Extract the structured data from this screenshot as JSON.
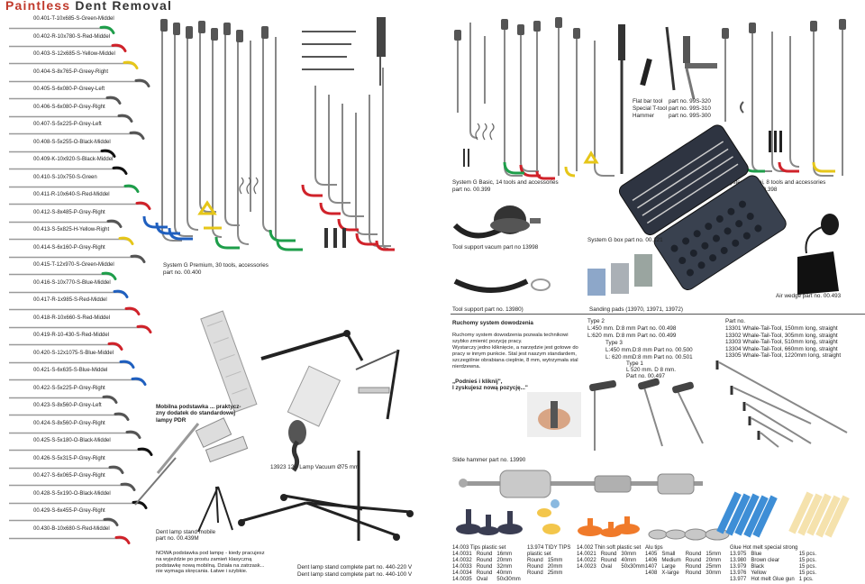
{
  "header": {
    "title_part1": "Paintless",
    "title_part2": "Dent Removal"
  },
  "left_list": [
    {
      "label": "00.401-T-10x685-S-Green-Middel",
      "color": "#1e9e4a"
    },
    {
      "label": "00.402-R-10x780-S-Red-Middel",
      "color": "#d0222a"
    },
    {
      "label": "00.403-S-12x685-S-Yellow-Middel",
      "color": "#e6c619"
    },
    {
      "label": "00.404-S-8x765-P-Greey-Right",
      "color": "#555555"
    },
    {
      "label": "00.405-S-6x080-P-Greey-Left",
      "color": "#555555"
    },
    {
      "label": "00.406-S-6x080-P-Grey-Right",
      "color": "#555555"
    },
    {
      "label": "00.407-S-5x225-P-Grey-Left",
      "color": "#555555"
    },
    {
      "label": "00.408-S-5x255-O-Black-Middel",
      "color": "#111111"
    },
    {
      "label": "00.409-K-10x920-S-Black-Middel",
      "color": "#111111"
    },
    {
      "label": "00.410-S-10x750-S-Green",
      "color": "#1e9e4a"
    },
    {
      "label": "00.411-R-10x640-S-Red-Middel",
      "color": "#d0222a"
    },
    {
      "label": "00.412-S-8x485-P-Grey-Right",
      "color": "#555555"
    },
    {
      "label": "00.413-S-5x825-H-Yellow-Right",
      "color": "#e6c619"
    },
    {
      "label": "00.414-S-6x160-P-Grey-Right",
      "color": "#555555"
    },
    {
      "label": "00.415-T-12x970-S-Green-Middel",
      "color": "#1e9e4a"
    },
    {
      "label": "00.416-S-10x770-S-Blue-Middel",
      "color": "#1f5fbf"
    },
    {
      "label": "00.417-R-1x985-S-Red-Middel",
      "color": "#d0222a"
    },
    {
      "label": "00.418-R-10x660-S-Red-Middel",
      "color": "#d0222a"
    },
    {
      "label": "00.419-R-10-430-S-Red-Middel",
      "color": "#d0222a"
    },
    {
      "label": "00.420-S-12x1075-S-Blue-Middel",
      "color": "#1f5fbf"
    },
    {
      "label": "00.421-S-6x635-S-Blue-Middel",
      "color": "#1f5fbf"
    },
    {
      "label": "00.422-S-5x225-P-Grey-Right",
      "color": "#555555"
    },
    {
      "label": "00.423-S-8x560-P-Grey-Left",
      "color": "#555555"
    },
    {
      "label": "00.424-S-8x560-P-Grey-Right",
      "color": "#555555"
    },
    {
      "label": "00.425-S-5x180-O-Black-Middel",
      "color": "#111111"
    },
    {
      "label": "00.426-S-5x315-P-Grey-Right",
      "color": "#555555"
    },
    {
      "label": "00.427-S-6x065-P-Grey-Right",
      "color": "#555555"
    },
    {
      "label": "00.428-S-5x190-O-Black-Middel",
      "color": "#111111"
    },
    {
      "label": "00.429-S-6x455-P-Grey-Right",
      "color": "#555555"
    },
    {
      "label": "00.430-B-10x680-S-Red-Middel",
      "color": "#d0222a"
    }
  ],
  "captions": {
    "system_g_premium": "System G Premium, 30 tools, accessories",
    "system_g_premium_part": "part no.  00.400",
    "mobile_stand_title": "Mobilna podstawka ... praktycz-\nzny dodatek do standardowej\nlampy PDR",
    "lamp_vacuum": "13923 12V Lamp Vacuum Ø75 mm",
    "dent_lamp_mobile": "Dent lamp stand mobile\npart no.  00.439M",
    "mobile_desc": "NOWA podstawka pod lampę - kiedy pracujesz\nna wyjeździe po prostu zamień klasyczną\npodstawkę nową mobilną. Działa na zatrzask...\nnie wymaga skręcania. Łatwe i szybkie.",
    "dent_lamp_complete_220": "Dent lamp stand complete part no.  440-220 V",
    "dent_lamp_complete_100": "Dent lamp stand complete part no.  440-100 V",
    "system_g_basic": "System G Basic, 14 tools and accessories",
    "system_g_basic_part": "part no. 00.399",
    "flat_bar": "Flat bar tool",
    "flat_bar_part": "part no.  99S-320",
    "special_t": "Special T-tool",
    "special_t_part": "part no.  99S-310",
    "hammer": "Hammer",
    "hammer_part": "part no.  99S-300",
    "system_g_mini": "System G  Mini, 8 tools and accessories",
    "system_g_mini_part": "part no. 00.398",
    "tool_support_vacum": "Tool support vacum  part no 13998",
    "system_g_box": "System G box part no. 00.121",
    "air_wedge": "Air wedge part no. 00.493",
    "tool_support": "Tool support  part no. 13980)",
    "sanding_pads": "Sanding pads  (13970, 13971, 13972)",
    "ruchomy_title": "Ruchomy system dowodzenia",
    "ruchomy_desc": "Ruchomy system dowodzenia pozwala technikowi\nszybko zmienić pozycję pracy.\nWystarczy jedno kliknięcie, a narzędzie jest gotowe do\npracy w innym punkcie. Stal jest naszym standardem,\nszczególnie obrabiana cieplnie, 8 mm, wytrzymała stal\nnierdzewna.",
    "podnies": "„Podnieś i kliknij\",\n I zyskujesz nową pozycję...\"",
    "slide_hammer": "Slide hammer part no.  13990"
  },
  "types": {
    "type2": "Type 2",
    "l450": "L:450 mm. D:8 mm Part no. 00.498",
    "l620": "L:620 mm. D:8 mm Part no. 00.499",
    "type3": "Type 3",
    "t3_450": "L:450 mm.D:8 mm Part no.  00.500",
    "t3_620": "L: 620 mmD:8 mm Part no.  00.501",
    "type1": "Type 1",
    "t1_l": "L 520 mm. D 8 mm.",
    "t1_p": "Part no. 00.497"
  },
  "whale_tail": {
    "heading": "Part no.",
    "rows": [
      "13301 Whale-Tail-Tool, 150mm long, straight",
      "13302 Whale-Tail-Tool, 305mm long, straight",
      "13303 Whale-Tail-Tool, 510mm long, straight",
      "13304 Whale-Tail-Tool, 660mm long, straight",
      "13305 Whale-Tail-Tool, 1220mm long, straight"
    ]
  },
  "tips_plastic": {
    "heading": "14.003 Tips plastic set",
    "rows": [
      [
        "14.0031",
        "Round",
        "16mm"
      ],
      [
        "14.0032",
        "Round",
        "20mm"
      ],
      [
        "14.0033",
        "Round",
        "32mm"
      ],
      [
        "14.0034",
        "Round",
        "40mm"
      ],
      [
        "14.0035",
        "Oval",
        "50x30mm"
      ]
    ]
  },
  "tidy_tips": {
    "heading": "13.974 TIDY TIPS\nplastic set",
    "rows": [
      [
        "Round",
        "15mm"
      ],
      [
        "Round",
        "20mm"
      ],
      [
        "Round",
        "25mm"
      ]
    ]
  },
  "thin_soft": {
    "heading": "14.002 Thin soft plastic set",
    "rows": [
      [
        "14.0021",
        "Round",
        "30mm"
      ],
      [
        "14.0022",
        "Round",
        "40mm"
      ],
      [
        "14.0023",
        "Oval",
        "50x30mm"
      ]
    ]
  },
  "alu_tips": {
    "heading": "Alu tips",
    "rows": [
      [
        "1405",
        "Small",
        "Round",
        "15mm"
      ],
      [
        "1406",
        "Medium",
        "Round",
        "20mm"
      ],
      [
        "1407",
        "Large",
        "Round",
        "25mm"
      ],
      [
        "1408",
        "X-large",
        "Round",
        "30mm"
      ]
    ]
  },
  "glue": {
    "heading": "Glue Hot melt special strong",
    "rows": [
      [
        "13.975",
        "Blue",
        "15 pcs."
      ],
      [
        "13.980",
        "Brown clear",
        "15 pcs."
      ],
      [
        "13.979",
        "Black",
        "15 pcs."
      ],
      [
        "13.976",
        "Yellow",
        "15 pcs."
      ],
      [
        "13.977",
        "Hot melt Glue gun",
        "1 pcs."
      ]
    ]
  }
}
